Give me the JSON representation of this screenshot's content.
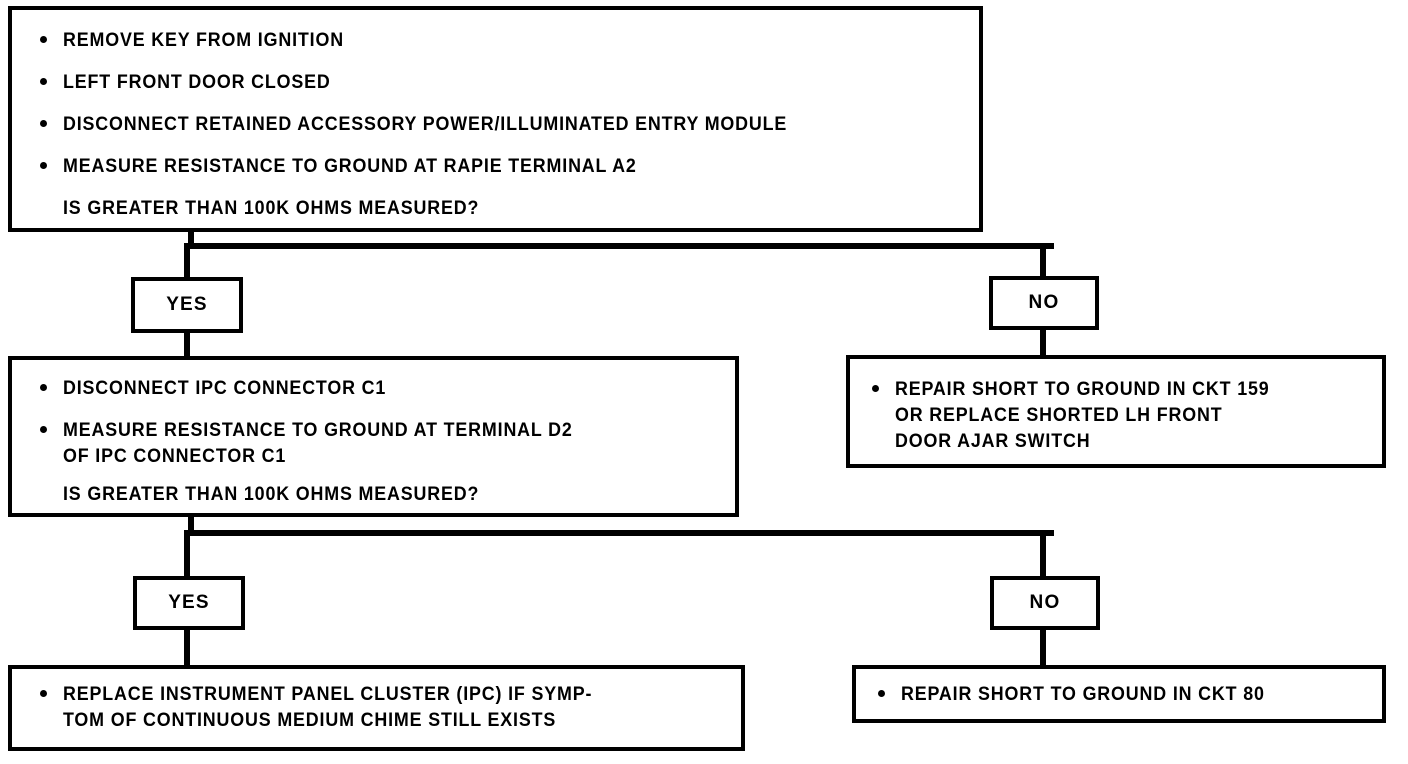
{
  "diagram": {
    "type": "troubleshooting-flowchart",
    "nodes": {
      "test1": {
        "id": "test1",
        "kind": "test-step",
        "lines": [
          {
            "bullet": true,
            "text": "REMOVE KEY FROM IGNITION"
          },
          {
            "bullet": true,
            "text": "LEFT FRONT DOOR CLOSED"
          },
          {
            "bullet": true,
            "text": "DISCONNECT RETAINED ACCESSORY POWER/ILLUMINATED ENTRY MODULE"
          },
          {
            "bullet": true,
            "text": "MEASURE RESISTANCE TO GROUND AT RAPIE TERMINAL A2"
          },
          {
            "bullet": false,
            "text": "IS GREATER THAN 100K OHMS MEASURED?"
          }
        ]
      },
      "test2": {
        "id": "test2",
        "kind": "test-step",
        "lines": [
          {
            "bullet": true,
            "text": "DISCONNECT IPC CONNECTOR C1"
          },
          {
            "bullet": true,
            "text": "MEASURE RESISTANCE TO GROUND AT TERMINAL D2\nOF IPC CONNECTOR C1"
          },
          {
            "bullet": false,
            "text": "IS GREATER THAN 100K OHMS MEASURED?"
          }
        ]
      },
      "action_right_1": {
        "id": "action_right_1",
        "kind": "action-step",
        "lines": [
          {
            "bullet": true,
            "text": "REPAIR SHORT TO GROUND IN CKT 159\nOR REPLACE SHORTED LH FRONT\nDOOR AJAR SWITCH"
          }
        ]
      },
      "action_left_2": {
        "id": "action_left_2",
        "kind": "action-step",
        "lines": [
          {
            "bullet": true,
            "text": "REPLACE INSTRUMENT PANEL CLUSTER (IPC) IF SYMP-\nTOM OF CONTINUOUS MEDIUM CHIME STILL EXISTS"
          }
        ]
      },
      "action_right_2": {
        "id": "action_right_2",
        "kind": "action-step",
        "lines": [
          {
            "bullet": true,
            "text": "REPAIR SHORT TO GROUND IN CKT 80"
          }
        ]
      }
    },
    "decisions": {
      "yes1": "YES",
      "no1": "NO",
      "yes2": "YES",
      "no2": "NO"
    },
    "colors": {
      "stroke": "#000000",
      "background": "#ffffff",
      "text": "#000000"
    }
  }
}
